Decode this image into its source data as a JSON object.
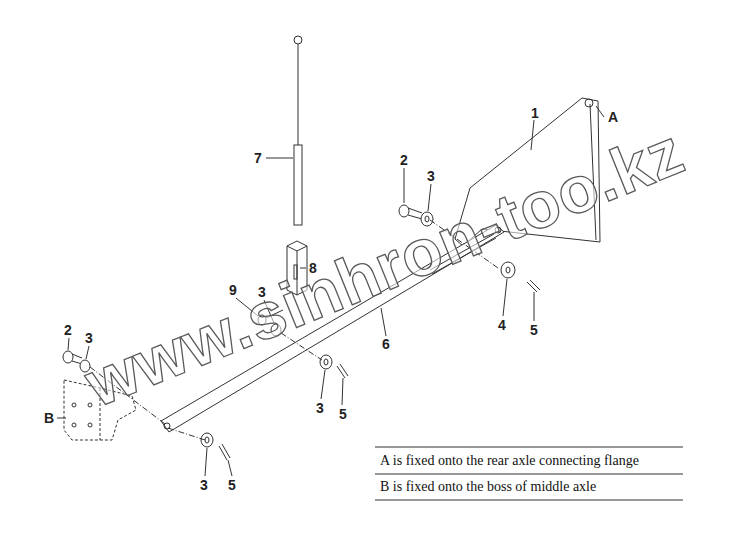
{
  "diagram": {
    "labels": [
      "1",
      "A",
      "2",
      "3",
      "7",
      "8",
      "9",
      "3",
      "4",
      "5",
      "6",
      "2",
      "3",
      "B",
      "3",
      "5",
      "3",
      "5",
      "www.sinhron-too.kz",
      "A is fixed onto the rear axle connecting flange",
      "B is fixed onto the boss of middle axle"
    ]
  }
}
